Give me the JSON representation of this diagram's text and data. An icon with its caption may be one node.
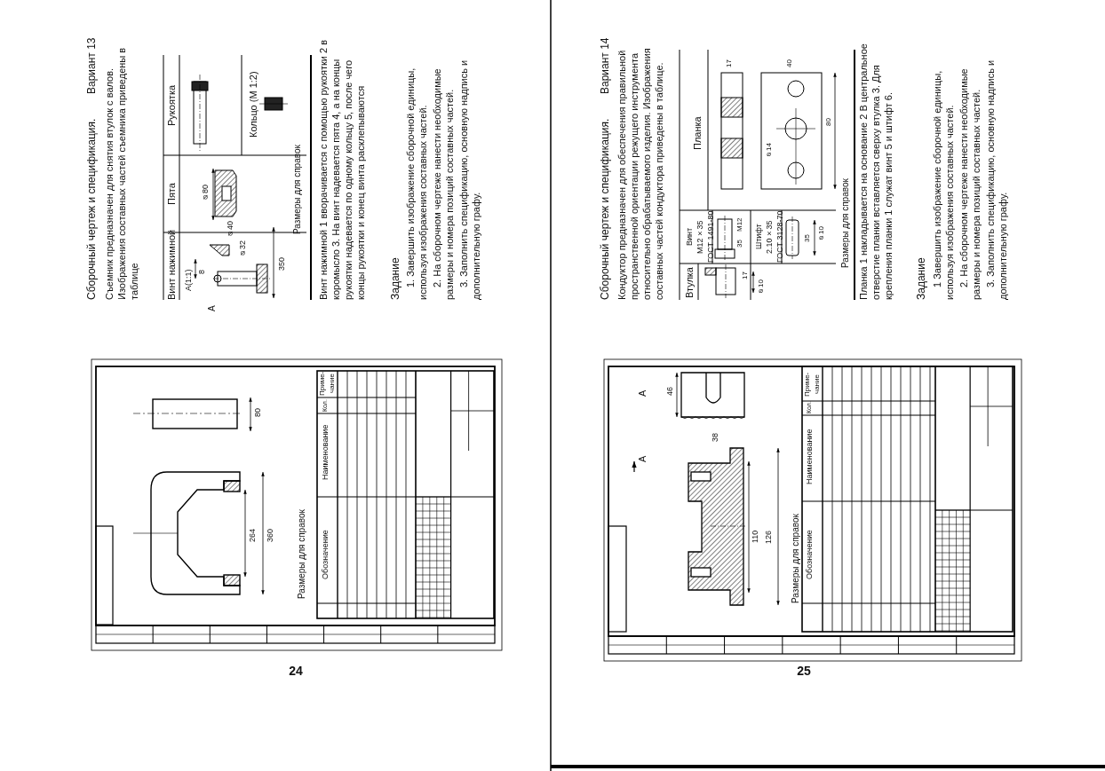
{
  "diagram": {
    "labels": [
      "Сборочный чертеж и спецификация.",
      "Вариант 13",
      "Съемник предназначен для снятия втулок с валов. Изображения составных частей съемника приведены в таблице",
      "Винт нажимной",
      "Пята",
      "Рукоятка",
      "A(1:1)",
      "8",
      "⌀40",
      "⌀32",
      "A",
      "350",
      "⌀80",
      "Кольцо (М 1:2)",
      "Размеры для справок",
      "Винт нажимной 1 вворачивается с помощью рукоятки 2 в коромысло 3. На винт надевается пята 4, а на концы рукоятки надевается по одному кольцу 5, после чего концы рукоятки и конец винта расклепываются",
      "Задание",
      "1. Завершить изображение сборочной единицы, используя изображения составных частей.",
      "2. На сборочном чертеже нанести необходимые размеры и номера позиций составных частей.",
      "3. Заполнить спецификацию, основную надпись и дополнительную графу.",
      "80",
      "264",
      "360",
      "Размеры для справок",
      "Обозначение",
      "Наименование",
      "Кол.",
      "Приме- чание",
      "24",
      "Сборочный чертеж и спецификация.",
      "Вариант 14",
      "Кондуктор предназначен для обеспечения правильной пространственной ориентации режущего инструмента относительно обрабатываемого изделия. Изображения составных частей кондуктора приведены в таблице.",
      "Втулка",
      "Винт М12×35 ГОСТ 1491-80",
      "Планка",
      "M12",
      "35",
      "17",
      "40",
      "⌀14",
      "80",
      "Штифт 2.10×35 ГОСТ 3128-70",
      "⌀10",
      "35",
      "⌀10",
      "17",
      "Размеры для справок",
      "Планка 1 накладывается на основание 2 В центральное отверстие планки вставляется сверху втулка 3. Для крепления планки 1 служат винт 5 и штифт 6.",
      "Задание",
      "1 Завершить изображение сборочной единицы, используя изображения составных частей.",
      "2. На сборочном чертеже нанести необходимые размеры и номера позиций составных частей.",
      "3. Заполнить спецификацию, основную надпись и дополнительную графу.",
      "46",
      "38",
      "A",
      "A",
      "110",
      "126",
      "Размеры для справок",
      "Обозначение",
      "Наименование",
      "Кол.",
      "Приме- чание",
      "25"
    ]
  }
}
